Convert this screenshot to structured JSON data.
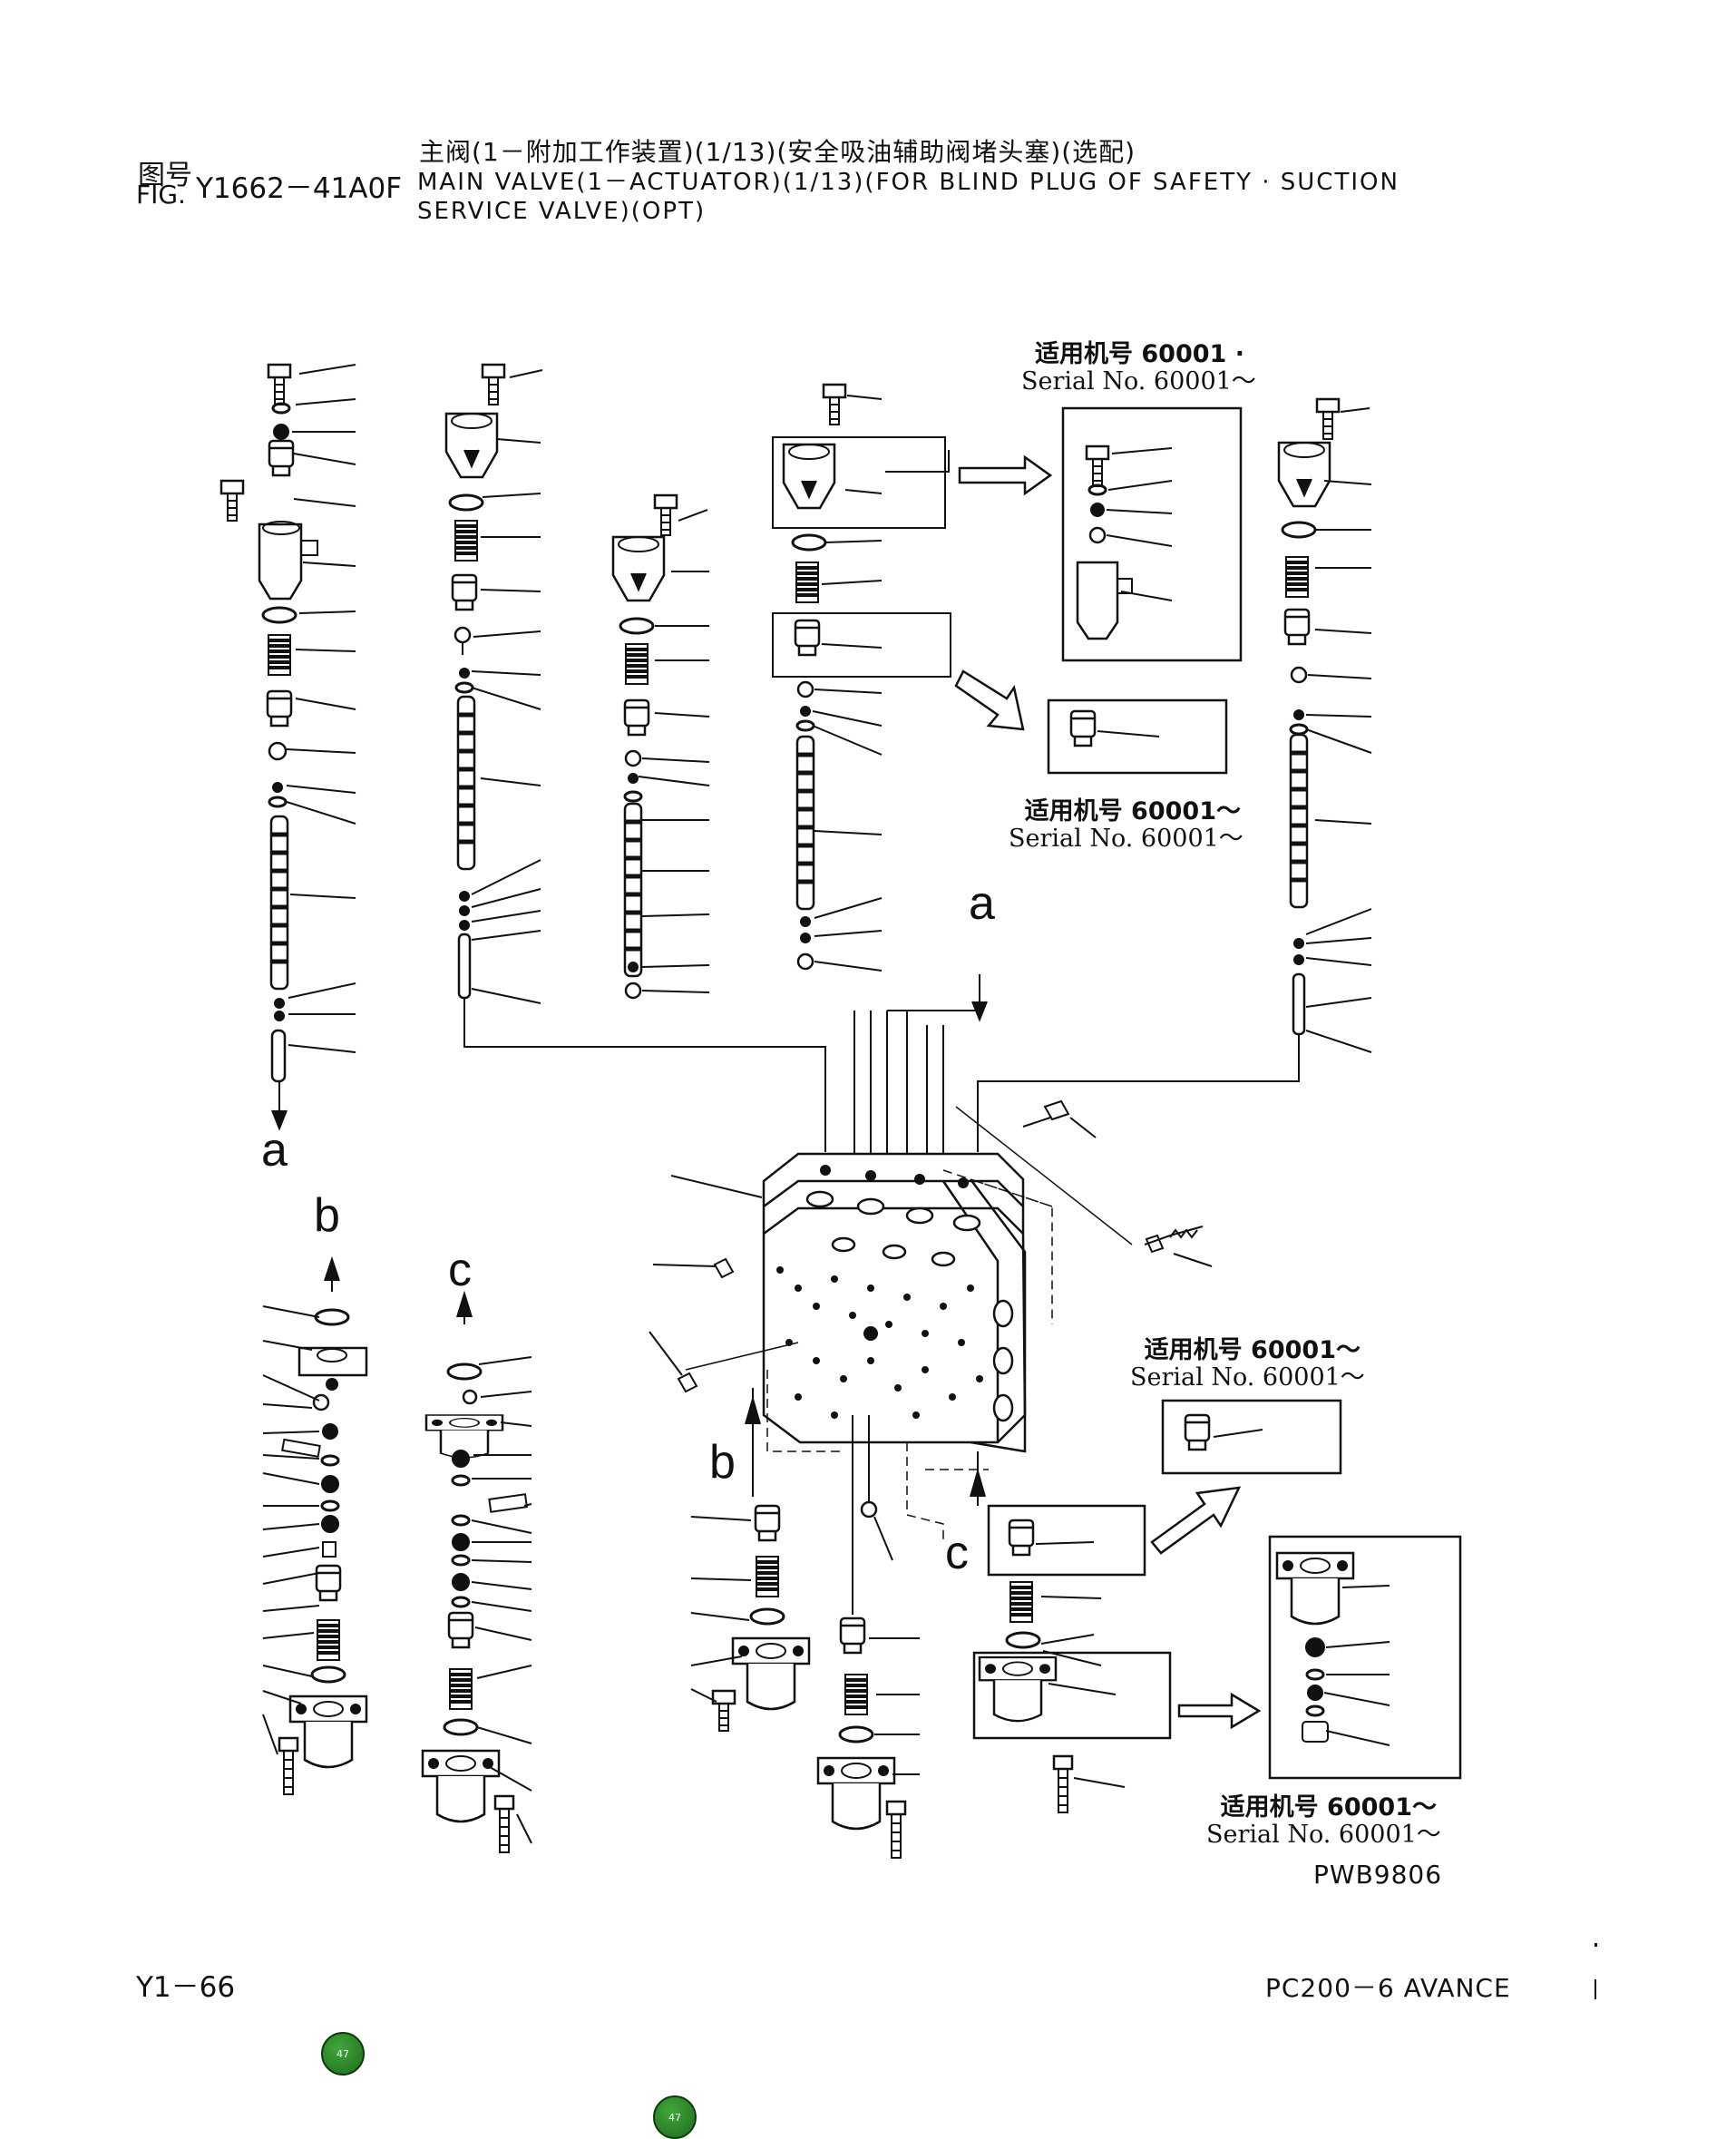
{
  "header": {
    "fig_label_cn": "图号",
    "fig_label_en": "FIG.",
    "fig_number": "Y1662－41A0F",
    "title_cn": "主阀(1－附加工作装置)(1/13)(安全吸油辅助阀堵头塞)(选配)",
    "title_en_line1": "MAIN VALVE(1－ACTUATOR)(1/13)(FOR BLIND PLUG OF SAFETY · SUCTION",
    "title_en_line2": "SERVICE VALVE)(OPT)"
  },
  "serial_notes": [
    {
      "cn": "适用机号 60001 ·",
      "en": "Serial No. 60001～"
    },
    {
      "cn": "适用机号 60001～",
      "en": "Serial No. 60001～"
    },
    {
      "cn": "适用机号 60001～",
      "en": "Serial No. 60001～"
    },
    {
      "cn": "适用机号 60001～",
      "en": "Serial No. 60001～"
    }
  ],
  "view_letters": {
    "a1": "a",
    "a2": "a",
    "b1": "b",
    "b2": "b",
    "c1": "c",
    "c2": "c"
  },
  "drawing_code": "PWB9806",
  "footer": {
    "page": "Y1－66",
    "model": "PC200－6 AVANCE"
  },
  "badges": [
    "47",
    "47"
  ]
}
